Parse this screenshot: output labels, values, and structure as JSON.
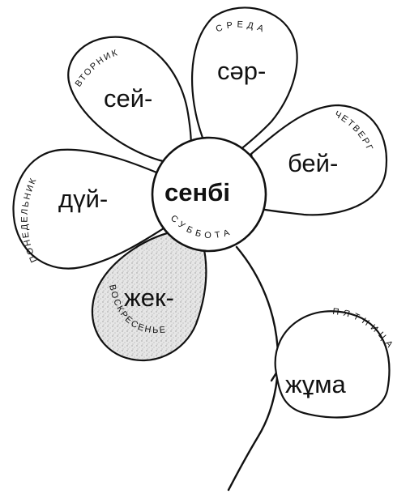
{
  "center": {
    "word": "сенбі",
    "day_ru": "СУББОТА"
  },
  "petals": [
    {
      "key": "monday",
      "prefix": "дүй-",
      "day_ru": "ПОНЕДЕЛЬНИК"
    },
    {
      "key": "tuesday",
      "prefix": "сей-",
      "day_ru": "ВТОРНИК"
    },
    {
      "key": "wednesday",
      "prefix": "сәр-",
      "day_ru": "СРЕДА"
    },
    {
      "key": "thursday",
      "prefix": "бей-",
      "day_ru": "ЧЕТВЕРГ"
    },
    {
      "key": "sunday",
      "prefix": "жек-",
      "day_ru": "ВОСКРЕСЕНЬЕ"
    }
  ],
  "leaf": {
    "word": "жұма",
    "day_ru": "ПЯТНИЦА"
  }
}
